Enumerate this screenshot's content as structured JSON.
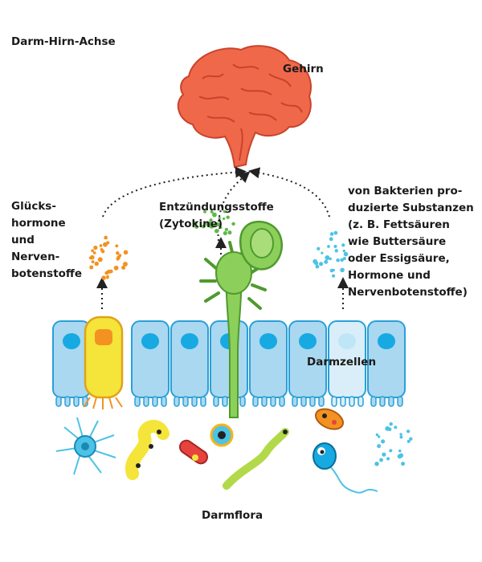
{
  "title": "Darm-Hirn-Achse",
  "labels": {
    "brain": "Gehirn",
    "hormones": "Glücks-\nhormone\nund\nNerven-\nbotenstoffe",
    "inflammation": "Entzündungsstoffe\n(Zytokine)",
    "bacteria_substances": "von Bakterien pro-\nduzierte Substanzen\n(z. B. Fettsäuren\nwie Buttersäure\noder Essigsäure,\nHormone und\nNervenbotenstoffe)",
    "gut_cells": "Darmzellen",
    "gut_flora": "Darmflora"
  },
  "colors": {
    "brain": "#f0684a",
    "brain_dark": "#c8432a",
    "cell_fill": "#a9d8f0",
    "cell_nucleus": "#17a9e1",
    "hormone_cell": "#f5e43a",
    "nerve_cell": "#8ccf5b",
    "nerve_dark": "#4f9a2e",
    "orange_dots": "#f39221",
    "green_dots": "#5fb94a",
    "cyan_dots": "#4cc3e6"
  }
}
